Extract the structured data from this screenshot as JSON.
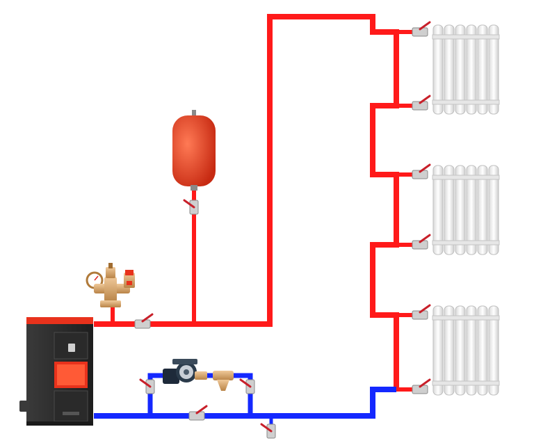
{
  "diagram": {
    "type": "single-pipe heating system schematic",
    "colors": {
      "supply": "#ff1a1a",
      "return": "#1428ff",
      "boiler_body": "#2b2b2b",
      "boiler_door": "#e8321c",
      "expansion_tank": "#e8401f",
      "radiator": "#f2f2f2",
      "fitting": "#d9a86b",
      "valve_handle": "#c8202a"
    },
    "components": [
      {
        "id": "boiler",
        "kind": "solid-fuel boiler",
        "icon": "boiler-icon"
      },
      {
        "id": "safety-group",
        "kind": "safety group with pressure gauge, air vent and relief valve",
        "icon": "pressure-gauge-icon"
      },
      {
        "id": "expansion-tank",
        "kind": "membrane expansion tank",
        "icon": "expansion-tank-icon"
      },
      {
        "id": "pump",
        "kind": "circulation pump",
        "icon": "pump-icon"
      },
      {
        "id": "filter",
        "kind": "strainer filter",
        "icon": "filter-icon"
      },
      {
        "id": "radiator-1",
        "kind": "radiator",
        "icon": "radiator-icon"
      },
      {
        "id": "radiator-2",
        "kind": "radiator",
        "icon": "radiator-icon"
      },
      {
        "id": "radiator-3",
        "kind": "radiator",
        "icon": "radiator-icon"
      },
      {
        "id": "drain-valve",
        "kind": "drain valve",
        "icon": "ball-valve-icon"
      }
    ],
    "radiator_count": 3,
    "radiator_sections": 6,
    "valve_count": 12
  }
}
